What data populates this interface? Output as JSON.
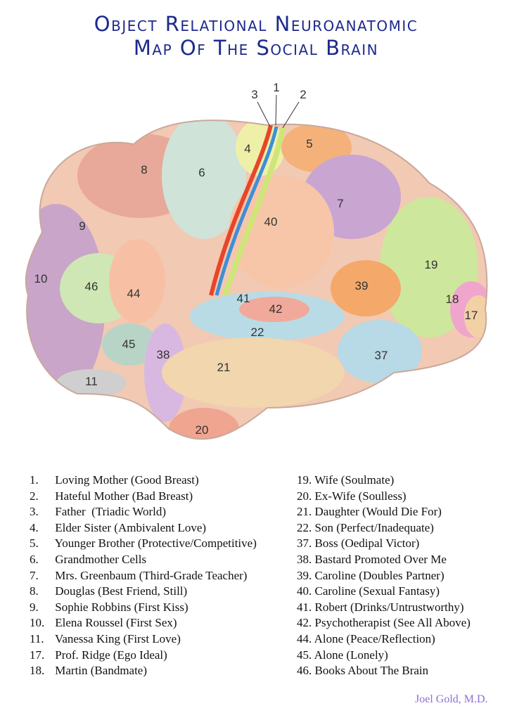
{
  "title": {
    "line1": "Object Relational Neuroanatomic",
    "line2": "Map Of The Social Brain"
  },
  "regions": {
    "1": "1",
    "2": "2",
    "3": "3",
    "4": "4",
    "5": "5",
    "6": "6",
    "7": "7",
    "8": "8",
    "9": "9",
    "10": "10",
    "11": "11",
    "17": "17",
    "18": "18",
    "19": "19",
    "20": "20",
    "21": "21",
    "22": "22",
    "37": "37",
    "38": "38",
    "39": "39",
    "40": "40",
    "41": "41",
    "42": "42",
    "44": "44",
    "45": "45",
    "46": "46"
  },
  "legend_left": [
    {
      "num": "1.",
      "text": "Loving Mother (Good Breast)"
    },
    {
      "num": "2.",
      "text": "Hateful Mother (Bad Breast)"
    },
    {
      "num": "3.",
      "text": "Father  (Triadic World)"
    },
    {
      "num": "4.",
      "text": "Elder Sister (Ambivalent Love)"
    },
    {
      "num": "5.",
      "text": "Younger Brother (Protective/Competitive)"
    },
    {
      "num": "6.",
      "text": "Grandmother Cells"
    },
    {
      "num": "7.",
      "text": "Mrs. Greenbaum (Third-Grade Teacher)"
    },
    {
      "num": "8.",
      "text": "Douglas (Best Friend, Still)"
    },
    {
      "num": "9.",
      "text": "Sophie Robbins (First Kiss)"
    },
    {
      "num": "10.",
      "text": "Elena Roussel (First Sex)"
    },
    {
      "num": "11.",
      "text": "Vanessa King (First Love)"
    },
    {
      "num": "17.",
      "text": "Prof. Ridge (Ego Ideal)"
    },
    {
      "num": "18.",
      "text": "Martin (Bandmate)"
    }
  ],
  "legend_right": [
    {
      "num": "19.",
      "text": "Wife (Soulmate)"
    },
    {
      "num": "20.",
      "text": "Ex-Wife (Soulless)"
    },
    {
      "num": "21.",
      "text": "Daughter (Would Die For)"
    },
    {
      "num": "22.",
      "text": "Son (Perfect/Inadequate)"
    },
    {
      "num": "37.",
      "text": "Boss (Oedipal Victor)"
    },
    {
      "num": "38.",
      "text": "Bastard Promoted Over Me"
    },
    {
      "num": "39.",
      "text": "Caroline (Doubles Partner)"
    },
    {
      "num": "40.",
      "text": "Caroline (Sexual Fantasy)"
    },
    {
      "num": "41.",
      "text": "Robert (Drinks/Untrustworthy)"
    },
    {
      "num": "42.",
      "text": "Psychotherapist (See All Above)"
    },
    {
      "num": "44.",
      "text": "Alone (Peace/Reflection)"
    },
    {
      "num": "45.",
      "text": "Alone (Lonely)"
    },
    {
      "num": "46.",
      "text": "Books About The Brain"
    }
  ],
  "signature": "Joel Gold, M.D."
}
